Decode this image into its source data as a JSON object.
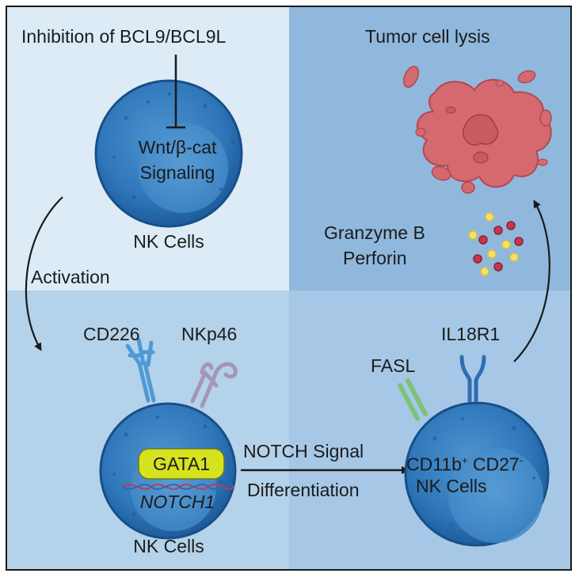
{
  "colors": {
    "panel_top_left": "#dcebf6",
    "panel_top_right": "#8fb8dc",
    "panel_bottom_left": "#b4d2ea",
    "panel_bottom_right": "#a6c8e6",
    "cell_fill": "#2e75b8",
    "tumor_fill": "#d7696f",
    "gata1_fill": "#d6e21e"
  },
  "top_left": {
    "title": "Inhibition of BCL9/BCL9L",
    "cell_line1": "Wnt/β-cat",
    "cell_line2": "Signaling",
    "cell_caption": "NK Cells"
  },
  "top_right": {
    "title": "Tumor cell lysis",
    "granules_line1": "Granzyme B",
    "granules_line2": "Perforin"
  },
  "arrows": {
    "activation": "Activation",
    "notch_signal": "NOTCH Signal",
    "differentiation": "Differentiation"
  },
  "bottom_left": {
    "receptor1": "CD226",
    "receptor2": "NKp46",
    "factor": "GATA1",
    "gene": "NOTCH1",
    "cell_caption": "NK Cells"
  },
  "bottom_right": {
    "receptor1": "FASL",
    "receptor2": "IL18R1",
    "cell_line1_a": "CD11b",
    "cell_line1_a_sup": "+",
    "cell_line1_b": " CD27",
    "cell_line1_b_sup": "-",
    "cell_line2": "NK Cells"
  }
}
